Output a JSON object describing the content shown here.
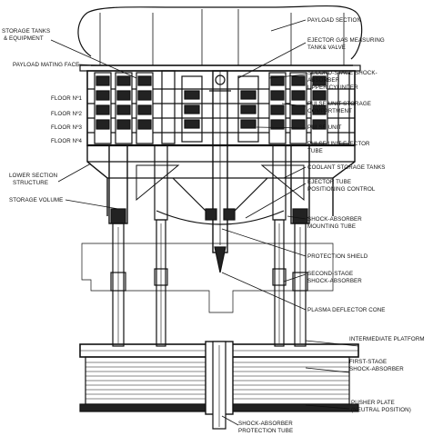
{
  "labels": {
    "payload_section": "PAYLOAD SECTION",
    "storage_tanks_line1": "STORAGE TANKS",
    "storage_tanks_line2": "& EQUIPMENT",
    "ejector_gas_line1": "EJECTOR GAS MEASURING",
    "ejector_gas_line2": "TANK& VALVE",
    "payload_mating_face": "PAYLOAD MATING FACE",
    "second_stage_upper_line1": "SECOND-STAGE SHOCK-",
    "second_stage_upper_line2": "ABSORBER",
    "second_stage_upper_line3": "UPPER CYLINDER",
    "floor_1": "FLOOR Nº1",
    "floor_2": "FLOOR Nº2",
    "floor_3": "FLOOR Nº3",
    "floor_4": "FLOOR Nº4",
    "pulse_storage_line1": "PULSE UNIT STORAGE",
    "pulse_storage_line2": "COMPARTMENT",
    "pulse_unit": "PULSE UNIT",
    "pulse_ejector_line1": "PULSE UNIT EJECTOR",
    "pulse_ejector_line2": "TUBE",
    "lower_section_line1": "LOWER SECTION",
    "lower_section_line2": "STRUCTURE",
    "coolant_tanks": "COOLANT STORAGE TANKS",
    "ejector_positioning_line1": "EJECTOR TUBE",
    "ejector_positioning_line2": "POSITIONING CONTROL",
    "storage_volume": "STORAGE VOLUME",
    "shock_mounting_line1": "SHOCK-ABSORBER",
    "shock_mounting_line2": "MOUNTING TUBE",
    "protection_shield": "PROTECTION SHIELD",
    "second_stage_line1": "SECOND-STAGE",
    "second_stage_line2": "SHOCK-ABSORBER",
    "plasma_cone": "PLASMA DEFLECTOR CONE",
    "intermediate_platform": "INTERMEDIATE PLATFORM",
    "first_stage_line1": "FIRST-STAGE",
    "first_stage_line2": "SHOCK-ABSORBER",
    "pusher_plate_line1": "PUSHER PLATE",
    "pusher_plate_line2": "(NEUTRAL POSITION)",
    "protection_tube_line1": "SHOCK-ABSORBER",
    "protection_tube_line2": "PROTECTION TUBE"
  },
  "ink_color": "#111111",
  "paper_color": "#ffffff"
}
